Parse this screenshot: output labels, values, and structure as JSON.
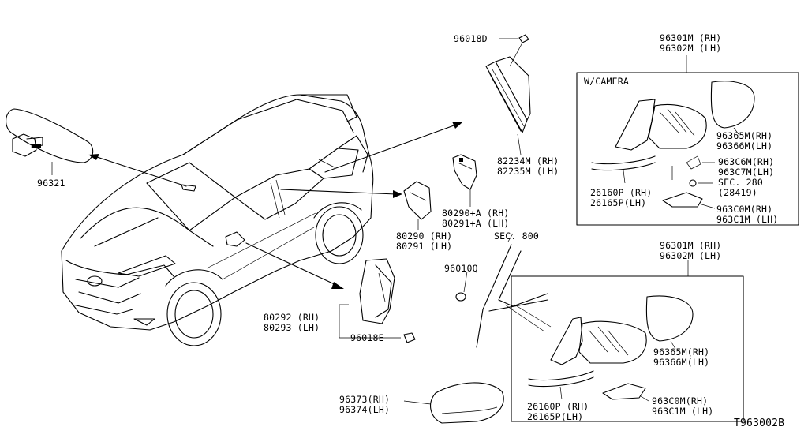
{
  "diagram_code": "T963002B",
  "frame_headers": [
    {
      "id": "camera-frame",
      "lines": [
        "96301M (RH)",
        "96302M (LH)"
      ],
      "subtitle": "W/CAMERA"
    },
    {
      "id": "std-frame",
      "lines": [
        "96301M (RH)",
        "96302M (LH)"
      ]
    }
  ],
  "parts": [
    {
      "id": "p-96321",
      "lines": [
        "96321"
      ]
    },
    {
      "id": "p-96018D",
      "lines": [
        "96018D"
      ]
    },
    {
      "id": "p-82234M",
      "lines": [
        "82234M (RH)",
        "82235M (LH)"
      ]
    },
    {
      "id": "p-80290A",
      "lines": [
        "80290+A (RH)",
        "80291+A (LH)"
      ]
    },
    {
      "id": "p-80290",
      "lines": [
        "80290 (RH)",
        "80291 (LH)"
      ]
    },
    {
      "id": "p-sec800",
      "lines": [
        "SEC. 800"
      ]
    },
    {
      "id": "p-96010Q",
      "lines": [
        "96010Q"
      ]
    },
    {
      "id": "p-80292",
      "lines": [
        "80292 (RH)",
        "80293 (LH)"
      ]
    },
    {
      "id": "p-96018E",
      "lines": [
        "96018E"
      ]
    },
    {
      "id": "p-96373",
      "lines": [
        "96373(RH)",
        "96374(LH)"
      ]
    },
    {
      "id": "p-96365M-cam",
      "lines": [
        "96365M(RH)",
        "96366M(LH)"
      ]
    },
    {
      "id": "p-963C6M",
      "lines": [
        "963C6M(RH)",
        "963C7M(LH)"
      ]
    },
    {
      "id": "p-sec280",
      "lines": [
        "SEC. 280",
        "(28419)"
      ]
    },
    {
      "id": "p-26160P-cam",
      "lines": [
        "26160P (RH)",
        "26165P(LH)"
      ]
    },
    {
      "id": "p-963C0M-cam",
      "lines": [
        "963C0M(RH)",
        "963C1M (LH)"
      ]
    },
    {
      "id": "p-96365M-std",
      "lines": [
        "96365M(RH)",
        "96366M(LH)"
      ]
    },
    {
      "id": "p-26160P-std",
      "lines": [
        "26160P (RH)",
        "26165P(LH)"
      ]
    },
    {
      "id": "p-963C0M-std",
      "lines": [
        "963C0M(RH)",
        "963C1M (LH)"
      ]
    }
  ]
}
